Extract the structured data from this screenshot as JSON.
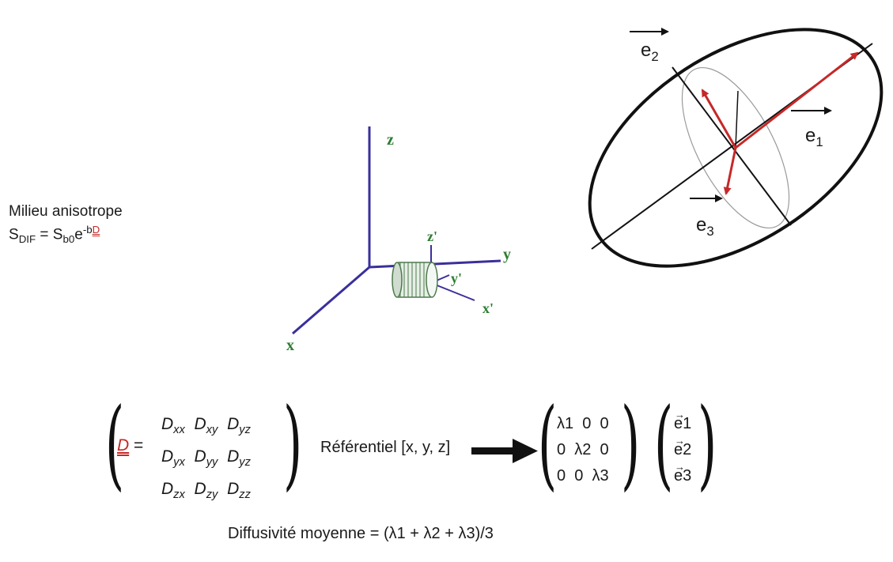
{
  "left_label": {
    "line1": "Milieu anisotrope",
    "s": "S",
    "dif": "DIF",
    "eq": " = S",
    "b0": "b0",
    "e": "e",
    "exp_b": "-b",
    "exp_D": "D"
  },
  "axes": {
    "x": "x",
    "y": "y",
    "z": "z",
    "xp": "x'",
    "yp": "y'",
    "zp": "z'"
  },
  "ellipsoid": {
    "e1": "e",
    "e1_sub": "1",
    "e2": "e",
    "e2_sub": "2",
    "e3": "e",
    "e3_sub": "3"
  },
  "matrix": {
    "D": "D",
    "eq": "=",
    "rows": [
      [
        "xx",
        "xy",
        "yz"
      ],
      [
        "yx",
        "yy",
        "yz"
      ],
      [
        "zx",
        "zy",
        "zz"
      ]
    ],
    "referentiel": "Référentiel [x, y, z]",
    "diag_rows": [
      [
        "λ1",
        "0",
        "0"
      ],
      [
        "0",
        "λ2",
        "0"
      ],
      [
        "0",
        "0",
        "λ3"
      ]
    ],
    "vectors": [
      "e1",
      "e2",
      "e3"
    ]
  },
  "formula": "Diffusivité moyenne = (λ1 + λ2 + λ3)/3",
  "colors": {
    "axis_blue": "#3a2f9c",
    "label_green": "#2e7d32",
    "arrow_red": "#c62828",
    "ellipse": "#111111"
  }
}
